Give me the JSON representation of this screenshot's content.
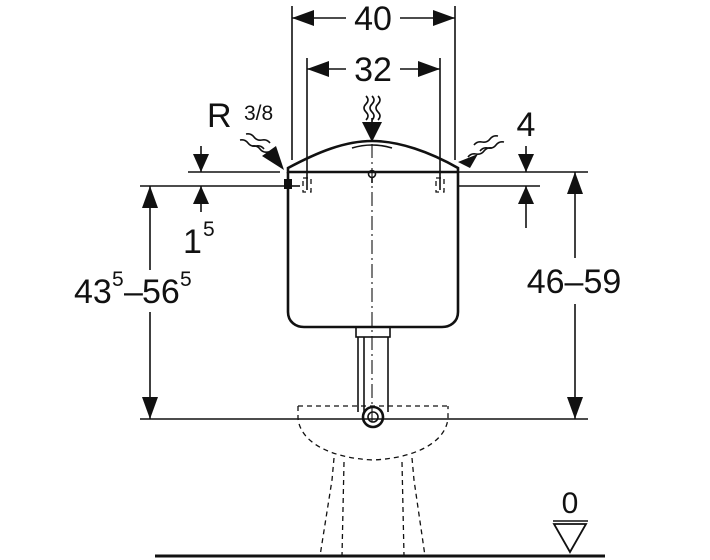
{
  "diagram": {
    "dimensions": {
      "width_outer": "40",
      "width_inner": "32",
      "thread_prefix": "R",
      "thread_size": "3/8",
      "top_offset": "4",
      "connection_offset_main": "1",
      "connection_offset_sup": "5",
      "height_left_a_main": "43",
      "height_left_a_sup": "5",
      "height_left_sep": "–",
      "height_left_b_main": "56",
      "height_left_b_sup": "5",
      "height_right": "46–59",
      "floor_level": "0"
    },
    "colors": {
      "line": "#111111",
      "background": "#ffffff"
    }
  }
}
